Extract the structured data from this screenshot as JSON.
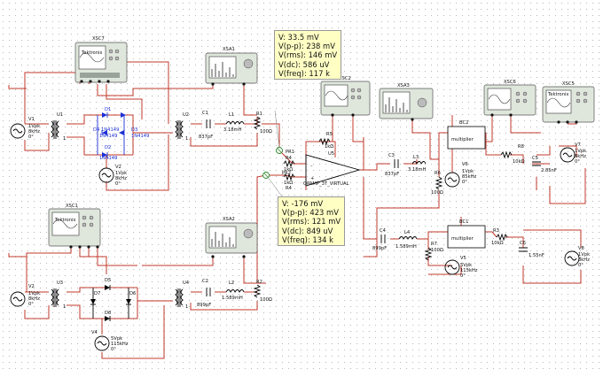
{
  "probes": [
    {
      "V": "V: 33.5 mV",
      "Vpp": "V(p-p): 238 mV",
      "Vrms": "V(rms): 146 mV",
      "Vdc": "V(dc): 586 uV",
      "Vfreq": "V(freq): 117 k"
    },
    {
      "V": "V: -176 mV",
      "Vpp": "V(p-p): 423 mV",
      "Vrms": "V(rms): 121 mV",
      "Vdc": "V(dc): 849 uV",
      "Vfreq": "V(freq): 134 k"
    }
  ],
  "instruments": {
    "xsc7": "XSC7",
    "xsa1": "XSA1",
    "xsc2": "XSC2",
    "xsa3": "XSA3",
    "xsc6": "XSC6",
    "xsc5": "XSC5",
    "xsc1": "XSC1",
    "xsa2": "XSA2",
    "tek": "Tektronix"
  },
  "components": {
    "V1": [
      "V1",
      "1Vpk",
      "8kHz",
      "0°"
    ],
    "V2": [
      "V2",
      "1Vpk",
      "8kHz",
      "0°"
    ],
    "V3": [
      "V2",
      "1Vpk",
      "8kHz",
      "0°"
    ],
    "V4": [
      "V4",
      "5Vpk",
      "115kHz",
      "0°"
    ],
    "V5": [
      "V5",
      "5Vpk",
      "115kHz",
      "0°"
    ],
    "V6": [
      "V6",
      "1Vpk",
      "85kHz",
      "0°"
    ],
    "V7": [
      "V7",
      "1Vpk",
      "8kHz",
      "0°"
    ],
    "V8": [
      "V8",
      "1Vpk",
      "8kHz",
      "0°"
    ],
    "U1": "U1",
    "U2": "U2",
    "U3": "U3",
    "U4": "U4",
    "U5": "U5",
    "one": "1",
    "D1": [
      "D1",
      "1N4149"
    ],
    "D2": [
      "D2",
      "1N4149"
    ],
    "D3": [
      "D3",
      "1N4149"
    ],
    "D4": [
      "D4",
      "1N4149"
    ],
    "D5": "D5",
    "D6": "D6",
    "D7": "D7",
    "D8": "D8",
    "C1": [
      "C1",
      "837pF"
    ],
    "C2": [
      "C2",
      "899pF"
    ],
    "C3": [
      "C3",
      "837pF"
    ],
    "C4": [
      "C4",
      "899pF"
    ],
    "C5": [
      "C5",
      "2.85nF"
    ],
    "C6": [
      "C6",
      "1.55nF"
    ],
    "L1": [
      "L1",
      "3.18mH"
    ],
    "L2": [
      "L2",
      "1.589mH"
    ],
    "L3": [
      "L3",
      "3.18mH"
    ],
    "L4": [
      "L4",
      "1.589mH"
    ],
    "R1": [
      "R1",
      "100Ω"
    ],
    "R2": [
      "R2",
      "100Ω"
    ],
    "R3": [
      "R3",
      "10kΩ"
    ],
    "R4": [
      "R4",
      "1kΩ"
    ],
    "R5": [
      "R5",
      "1kΩ"
    ],
    "R6": [
      "R6",
      "100Ω"
    ],
    "R7": [
      "R7",
      "100Ω"
    ],
    "R8": [
      "R8",
      "10kΩ"
    ],
    "R9": "R3",
    "R10": "1kΩ",
    "PR1": "PR1",
    "PR2": "PR2",
    "opamp": "OPAMP_3T_VIRTUAL",
    "BC1": "BC1",
    "BC2": "BC2",
    "mult": "multiplier"
  }
}
